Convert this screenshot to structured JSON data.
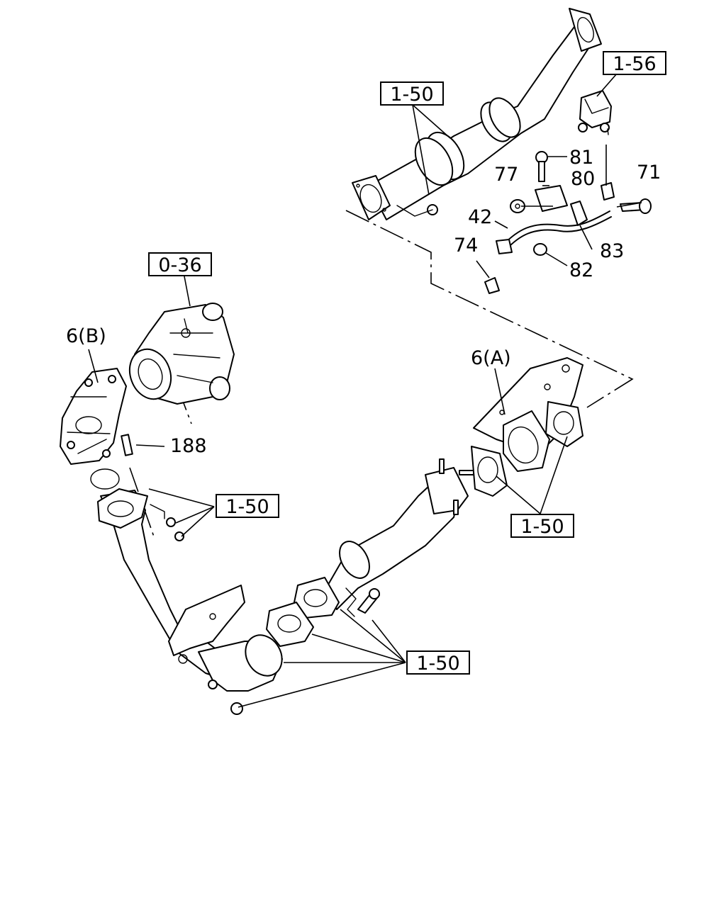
{
  "refs": {
    "r1": "1-56",
    "r2": "1-50",
    "r3": "0-36",
    "r4": "1-50",
    "r5": "1-50",
    "r6": "1-50"
  },
  "parts": {
    "p81": "81",
    "p80": "80",
    "p77": "77",
    "p71": "71",
    "p42": "42",
    "p74": "74",
    "p83": "83",
    "p82": "82",
    "p6b": "6(B)",
    "p6a": "6(A)",
    "p188": "188"
  }
}
